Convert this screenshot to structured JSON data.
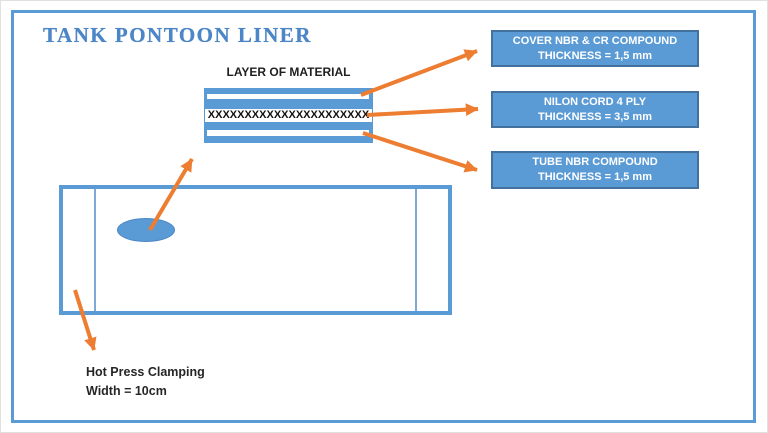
{
  "slide": {
    "title": "TANK PONTOON LINER"
  },
  "layer_diagram": {
    "caption": "LAYER OF MATERIAL",
    "hatch_text": "XXXXXXXXXXXXXXXXXXXXXX"
  },
  "callouts": [
    {
      "line1": "COVER NBR & CR COMPOUND",
      "line2": "THICKNESS = 1,5 mm"
    },
    {
      "line1": "NILON CORD 4 PLY",
      "line2": "THICKNESS = 3,5 mm"
    },
    {
      "line1": "TUBE NBR COMPOUND",
      "line2": "THICKNESS = 1,5 mm"
    }
  ],
  "clamp_note": {
    "line1": "Hot Press Clamping",
    "line2": "Width = 10cm"
  },
  "colors": {
    "blue_fill": "#5b9bd5",
    "box_border": "#41719c",
    "frame_blue": "#5b9bd5",
    "arrow_orange": "#ed7d31",
    "title_blue": "#4a86c8",
    "text_dark": "#262626",
    "callout_text": "#ffffff"
  }
}
